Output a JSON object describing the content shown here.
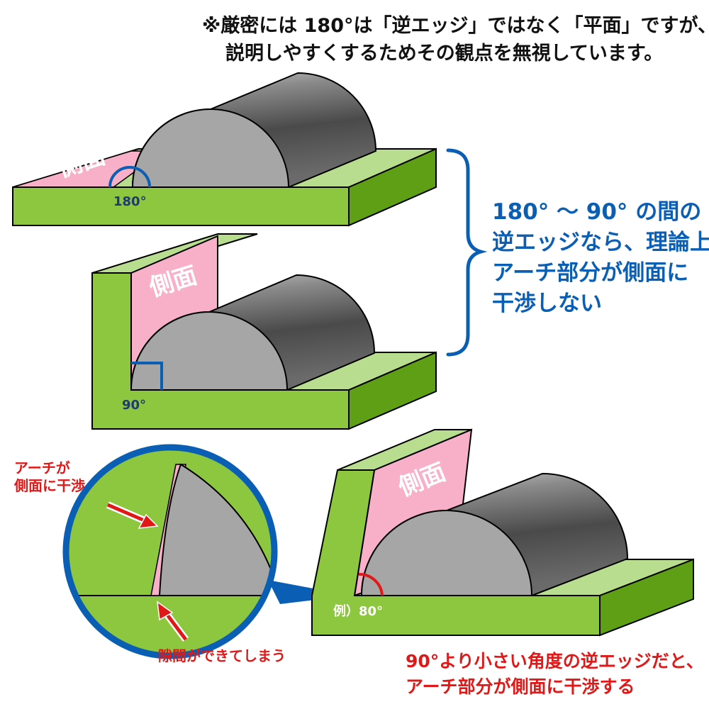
{
  "note": {
    "line1": "※厳密には 180°は「逆エッジ」ではなく「平面」ですが、",
    "line2": "説明しやすくするためその観点を無視しています。"
  },
  "figure1": {
    "angle_label": "180°",
    "side_label": "側面"
  },
  "figure2": {
    "angle_label": "90°",
    "side_label": "側面"
  },
  "figure3": {
    "angle_label": "例）80°",
    "side_label": "側面"
  },
  "bracket_note": {
    "lines": [
      "180° ～ 90° の間の",
      "逆エッジなら、理論上",
      "アーチ部分が側面に",
      "干渉しない"
    ]
  },
  "zoom_callout": {
    "interference_lines": [
      "アーチが",
      "側面に干渉"
    ],
    "gap_label": "隙間ができてしまう"
  },
  "bottom_note": {
    "lines": [
      "90°より小さい角度の逆エッジだと、",
      "アーチ部分が側面に干渉する"
    ]
  },
  "colors": {
    "green_face": "#8dc63f",
    "green_top": "#b9dd8e",
    "green_side": "#5e9f16",
    "pink": "#f7b0c8",
    "cyl_end": "#a6a6a6",
    "blue": "#0a5fb4",
    "red": "#e11818"
  },
  "icons": [
    "bracket-icon",
    "arrow-icon",
    "magnifier-circle-icon"
  ]
}
